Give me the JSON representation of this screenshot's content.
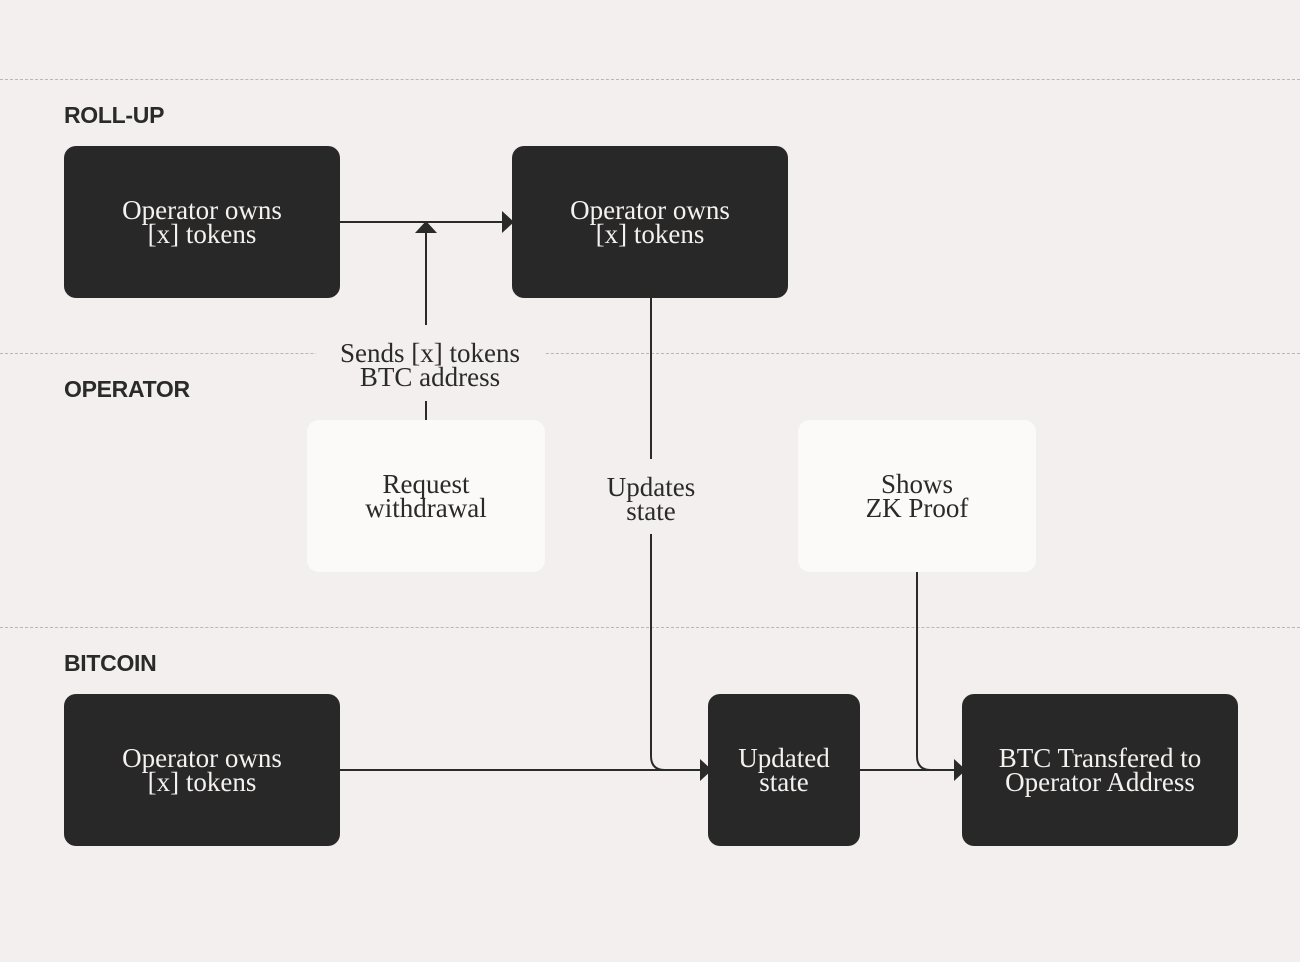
{
  "lanes": {
    "rollup": "ROLL-UP",
    "operator": "OPERATOR",
    "bitcoin": "BITCOIN"
  },
  "nodes": {
    "rollup_owns_1": {
      "line1": "Operator owns",
      "line2": "[x] tokens"
    },
    "rollup_owns_2": {
      "line1": "Operator owns",
      "line2": "[x] tokens"
    },
    "request_withdrawal": {
      "line1": "Request",
      "line2": "withdrawal"
    },
    "shows_zk_proof": {
      "line1": "Shows",
      "line2": "ZK Proof"
    },
    "bitcoin_owns": {
      "line1": "Operator owns",
      "line2": "[x] tokens"
    },
    "updated_state": {
      "line1": "Updated",
      "line2": "state"
    },
    "btc_transferred": {
      "line1": "BTC Transfered to",
      "line2": "Operator Address"
    }
  },
  "edge_labels": {
    "sends_tokens": {
      "line1": "Sends [x] tokens",
      "line2": "BTC address"
    },
    "updates_state": {
      "line1": "Updates",
      "line2": "state"
    }
  },
  "colors": {
    "background": "#f2efee",
    "dark_node": "#282828",
    "light_node": "#fcfaf9",
    "line": "#2a2a2a",
    "divider": "#b9b6b5"
  }
}
